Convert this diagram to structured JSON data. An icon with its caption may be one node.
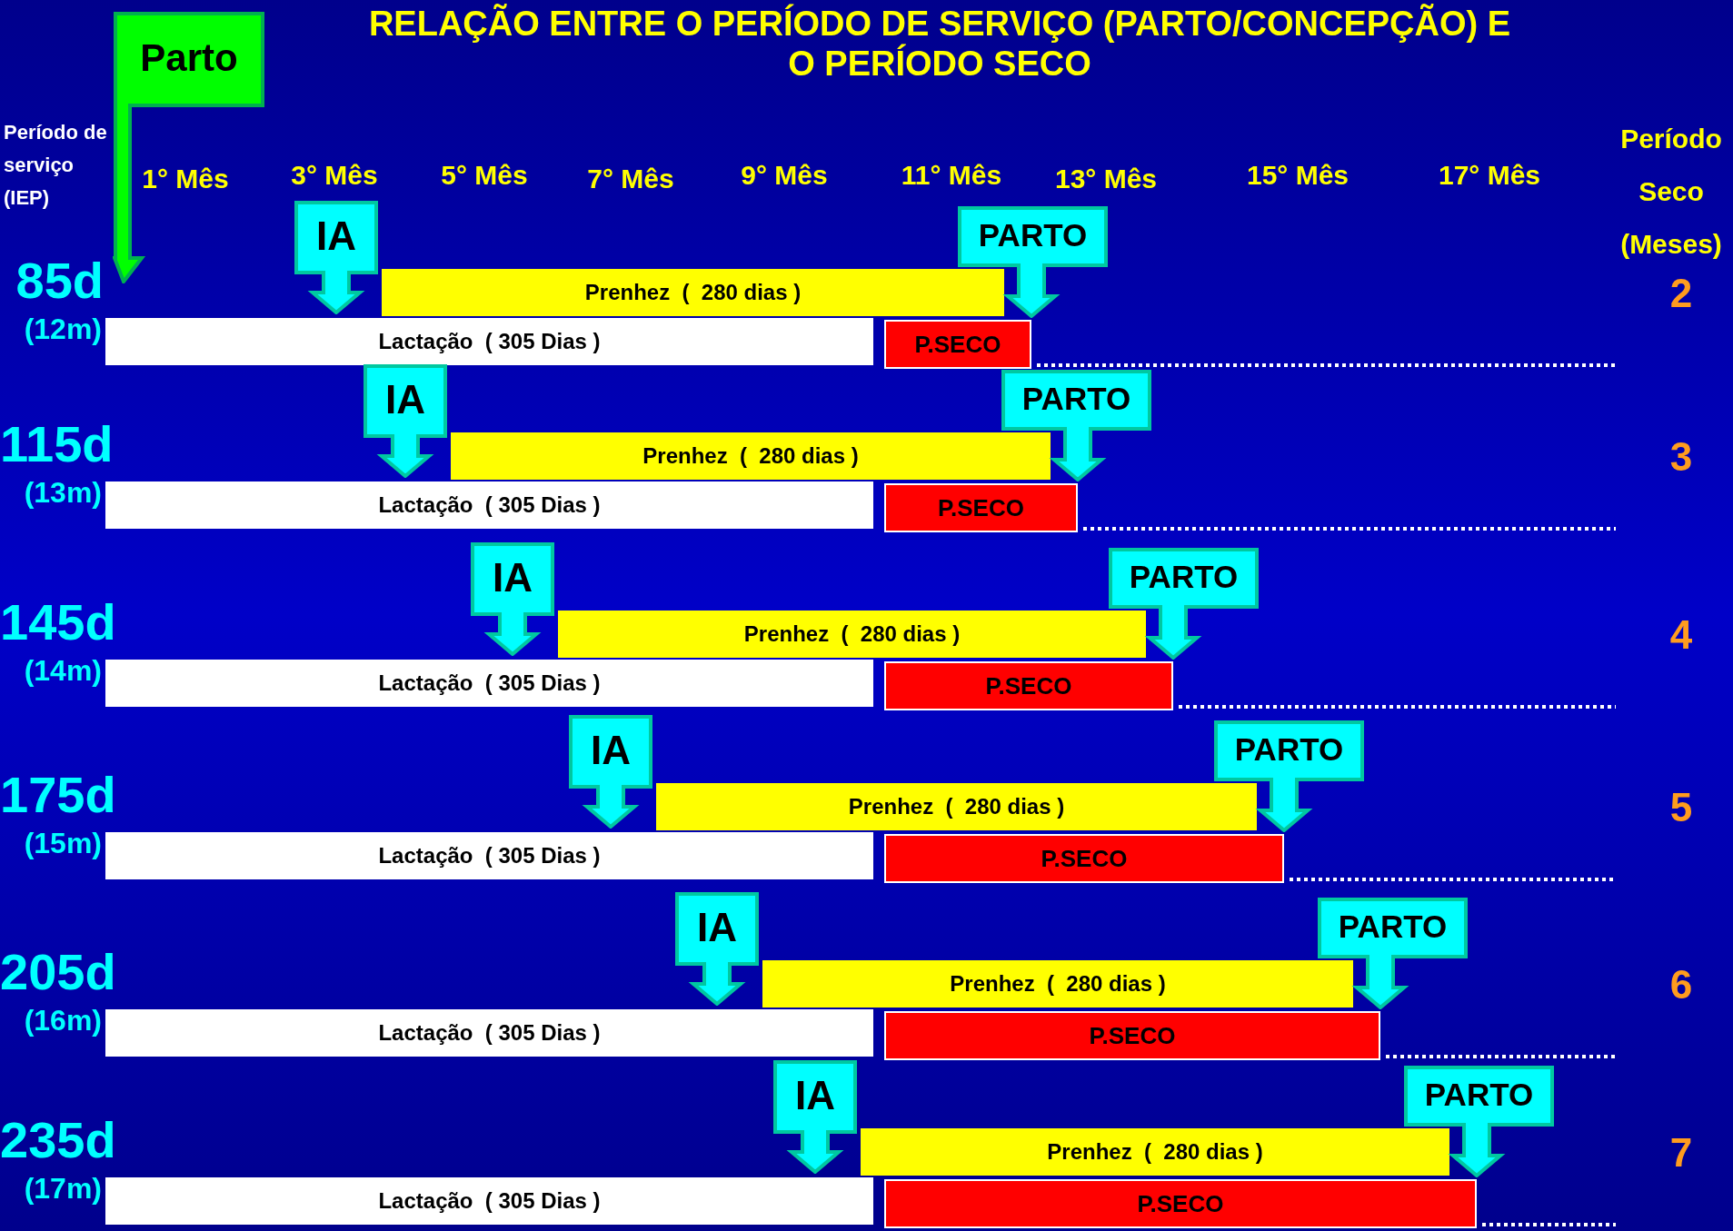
{
  "diagram": {
    "title": "RELAÇÃO ENTRE O PERÍODO DE SERVIÇO (PARTO/CONCEPÇÃO) E O PERÍODO SECO",
    "nodes": [
      {
        "text": [
          "Parto"
        ]
      },
      {
        "text": [
          "IA"
        ]
      },
      {
        "text": [
          "PARTO"
        ]
      },
      {
        "text": [
          "Prenhez  (  280 dias )"
        ]
      },
      {
        "text": [
          "Lactação  ( 305 Dias )"
        ]
      },
      {
        "text": [
          "P.SECO"
        ]
      },
      {
        "text": [
          "IA"
        ]
      },
      {
        "text": [
          "PARTO"
        ]
      },
      {
        "text": [
          "Prenhez  (  280 dias )"
        ]
      },
      {
        "text": [
          "Lactação  ( 305 Dias )"
        ]
      },
      {
        "text": [
          "P.SECO"
        ]
      },
      {
        "text": [
          "IA"
        ]
      },
      {
        "text": [
          "PARTO"
        ]
      },
      {
        "text": [
          "Prenhez  (  280 dias )"
        ]
      },
      {
        "text": [
          "Lactação  ( 305 Dias )"
        ]
      },
      {
        "text": [
          "P.SECO"
        ]
      },
      {
        "text": [
          "IA"
        ]
      },
      {
        "text": [
          "PARTO"
        ]
      },
      {
        "text": [
          "Prenhez  (  280 dias )"
        ]
      },
      {
        "text": [
          "Lactação  ( 305 Dias )"
        ]
      },
      {
        "text": [
          "P.SECO"
        ]
      },
      {
        "text": [
          "IA"
        ]
      },
      {
        "text": [
          "PARTO"
        ]
      },
      {
        "text": [
          "Prenhez  (  280 dias )"
        ]
      },
      {
        "text": [
          "Lactação  ( 305 Dias )"
        ]
      },
      {
        "text": [
          "P.SECO"
        ]
      },
      {
        "text": [
          "IA"
        ]
      },
      {
        "text": [
          "PARTO"
        ]
      },
      {
        "text": [
          "Prenhez  (  280 dias )"
        ]
      },
      {
        "text": [
          "Lactação  ( 305 Dias )"
        ]
      },
      {
        "text": [
          "P.SECO"
        ]
      }
    ],
    "labels": [
      "Período de serviço (IEP)",
      "1° Mês",
      "3° Mês",
      "5° Mês",
      "7° Mês",
      "9° Mês",
      "11° Mês",
      "13° Mês",
      "15° Mês",
      "17° Mês",
      "Período Seco (Meses)",
      "85d",
      "(12m)",
      "2",
      "115d",
      "(13m)",
      "3",
      "145d",
      "(14m)",
      "4",
      "175d",
      "(15m)",
      "5",
      "205d",
      "(16m)",
      "6",
      "235d",
      "(17m)",
      "7"
    ]
  }
}
